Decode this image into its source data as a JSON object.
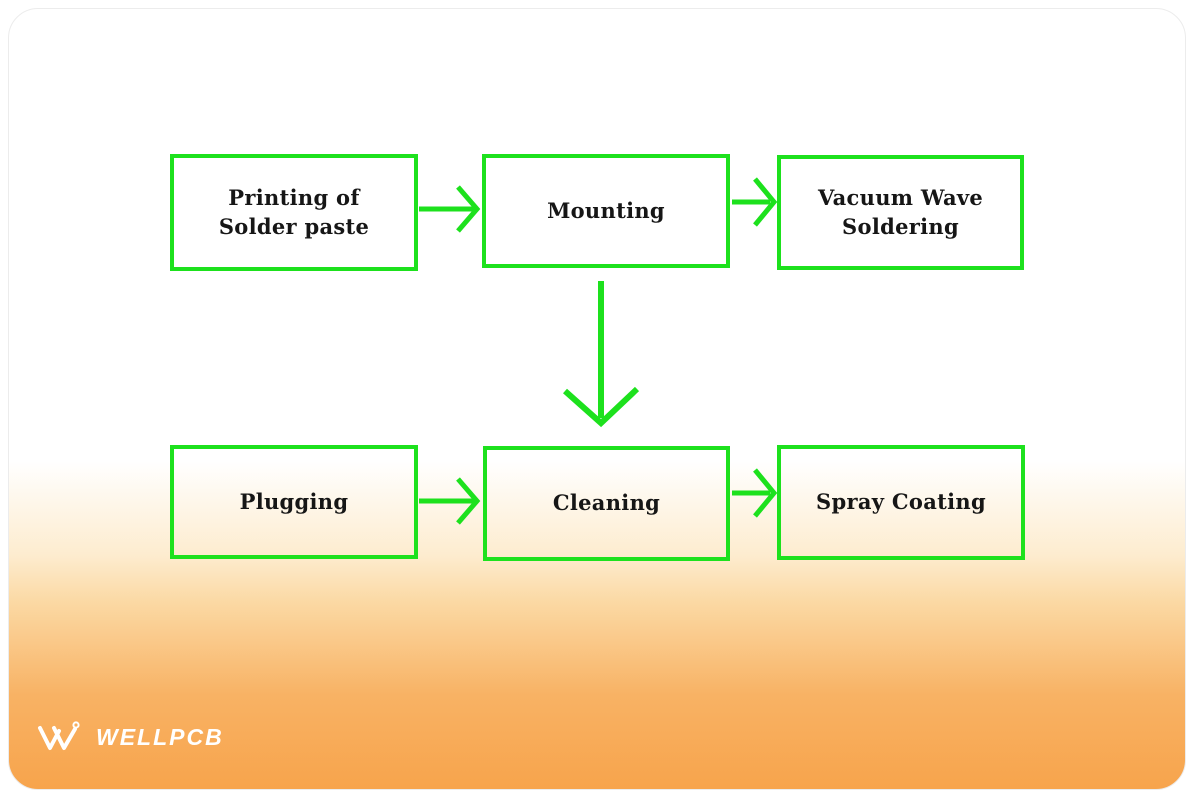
{
  "page": {
    "background_color": "#ffffff",
    "card": {
      "gradient_top_color": "#ffffff",
      "gradient_bottom_color": "#f7a44c",
      "border_color": "#ececec"
    }
  },
  "diagram": {
    "type": "flowchart",
    "accent_color": "#1de11d",
    "text_color": "#161616",
    "nodes": [
      {
        "id": "printing-of-solder-paste",
        "label": "Printing of\nSolder paste"
      },
      {
        "id": "mounting",
        "label": "Mounting"
      },
      {
        "id": "vacuum-wave-soldering",
        "label": "Vacuum Wave\nSoldering"
      },
      {
        "id": "plugging",
        "label": "Plugging"
      },
      {
        "id": "cleaning",
        "label": "Cleaning"
      },
      {
        "id": "spray-coating",
        "label": "Spray Coating"
      }
    ],
    "edges": [
      {
        "from": "printing-of-solder-paste",
        "to": "mounting",
        "direction": "right"
      },
      {
        "from": "mounting",
        "to": "vacuum-wave-soldering",
        "direction": "right"
      },
      {
        "from": "mounting",
        "to": "cleaning",
        "direction": "down"
      },
      {
        "from": "plugging",
        "to": "cleaning",
        "direction": "right"
      },
      {
        "from": "cleaning",
        "to": "spray-coating",
        "direction": "right"
      }
    ]
  },
  "footer": {
    "brand": "WELLPCB",
    "brand_color": "#ffffff"
  }
}
